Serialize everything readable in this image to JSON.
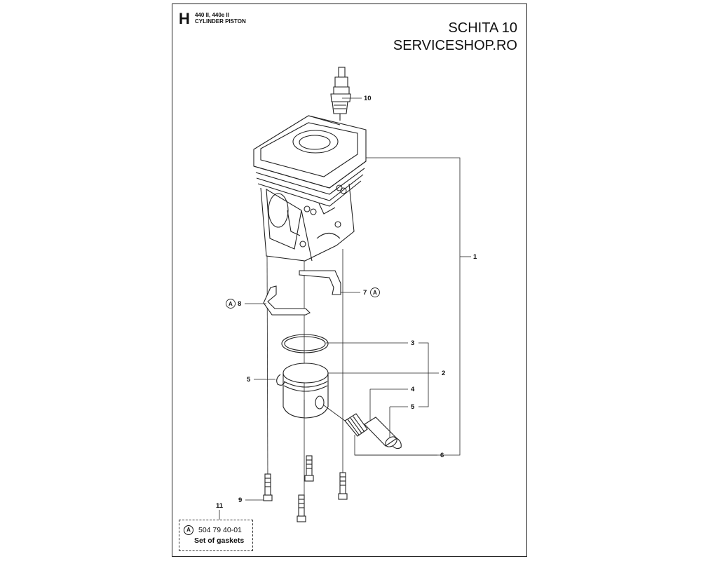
{
  "header": {
    "section_letter": "H",
    "model": "440 II, 440e II",
    "title": "CYLINDER PISTON",
    "sheet_label": "SCHITA 10",
    "shop_label": "SERVICESHOP.RO"
  },
  "callouts": {
    "c1": "1",
    "c2": "2",
    "c3": "3",
    "c4": "4",
    "c5a": "5",
    "c5b": "5",
    "c6": "6",
    "c7": "7",
    "c8": "8",
    "c9": "9",
    "c10": "10",
    "c11": "11",
    "circle_a": "A"
  },
  "kit": {
    "badge": "A",
    "part_number": "504 79 40-01",
    "description": "Set of gaskets"
  }
}
